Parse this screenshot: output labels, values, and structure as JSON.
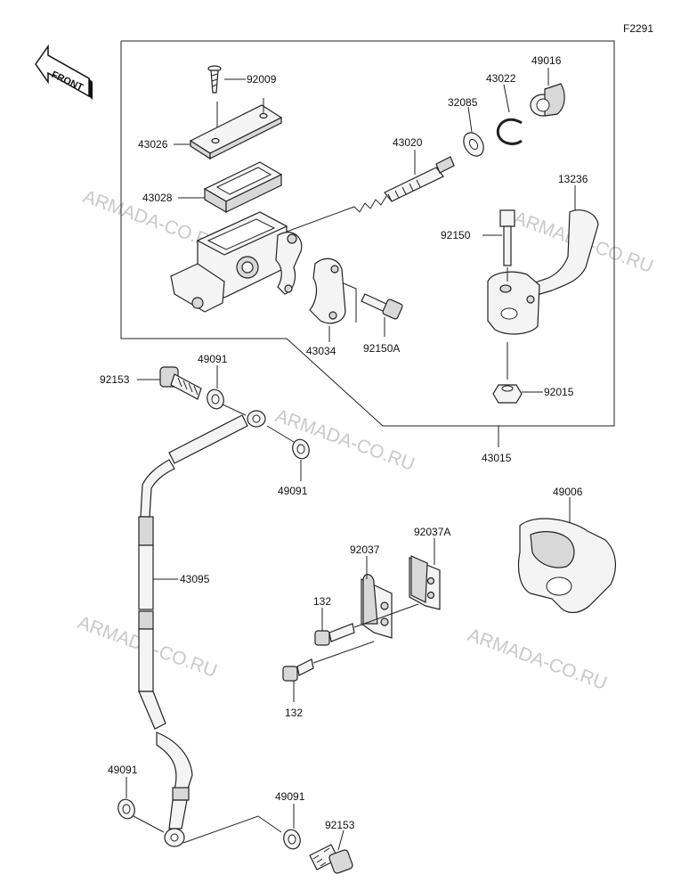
{
  "diagram_code": "F2291",
  "front_label": "FRONT",
  "watermark": "ARMADA-CO.RU",
  "parts": {
    "p92009": "92009",
    "p43026": "43026",
    "p43028": "43028",
    "p43020": "43020",
    "p32085": "32085",
    "p43022": "43022",
    "p49016": "49016",
    "p13236": "13236",
    "p92150": "92150",
    "p43034": "43034",
    "p92150A": "92150A",
    "p92015": "92015",
    "p43015": "43015",
    "p92153_top": "92153",
    "p49091_a": "49091",
    "p49091_b": "49091",
    "p43095": "43095",
    "p49006": "49006",
    "p92037": "92037",
    "p92037A": "92037A",
    "p132_a": "132",
    "p132_b": "132",
    "p49091_c": "49091",
    "p49091_d": "49091",
    "p92153_bottom": "92153"
  }
}
